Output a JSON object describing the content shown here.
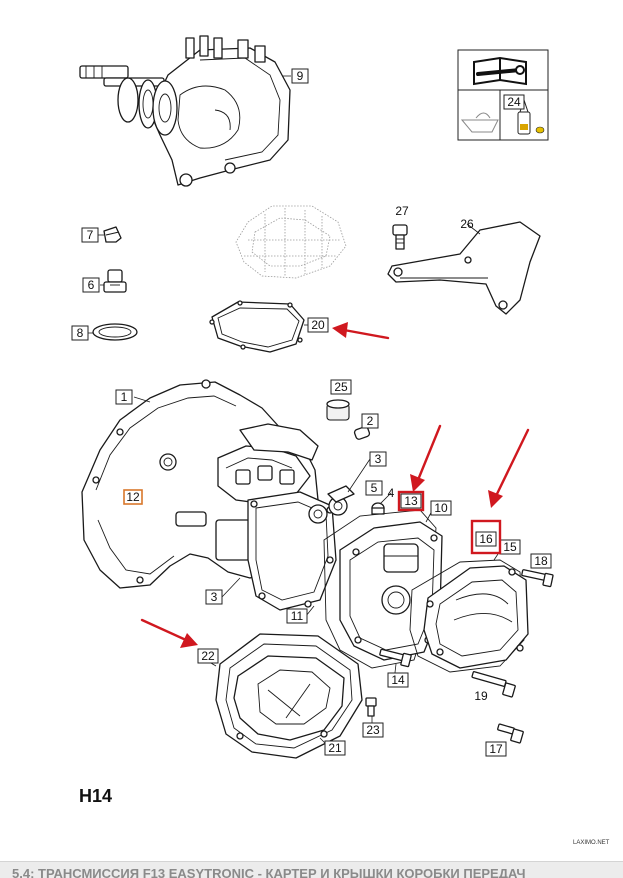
{
  "page_code": "H14",
  "watermark": "LAXIMO.NET",
  "footer_title": "5.4: ТРАНСМИССИЯ F13 EASYTRONIC - КАРТЕР И КРЫШКИ КОРОБКИ ПЕРЕДАЧ",
  "callouts": {
    "c1": "1",
    "c2": "2",
    "c3a": "3",
    "c3b": "3",
    "c4": "4",
    "c5": "5",
    "c6": "6",
    "c7": "7",
    "c8": "8",
    "c9": "9",
    "c10": "10",
    "c11": "11",
    "c12": "12",
    "c13": "13",
    "c14": "14",
    "c15": "15",
    "c16": "16",
    "c17": "17",
    "c18": "18",
    "c19": "19",
    "c20": "20",
    "c21": "21",
    "c22": "22",
    "c23": "23",
    "c24": "24",
    "c25": "25",
    "c26": "26",
    "c27": "27"
  },
  "icons": {
    "manual": "book-wrench-icon",
    "sealant": "sealant-tube-icon"
  },
  "colors": {
    "highlight": "#d0181f",
    "orange_box": "#d9772b"
  }
}
